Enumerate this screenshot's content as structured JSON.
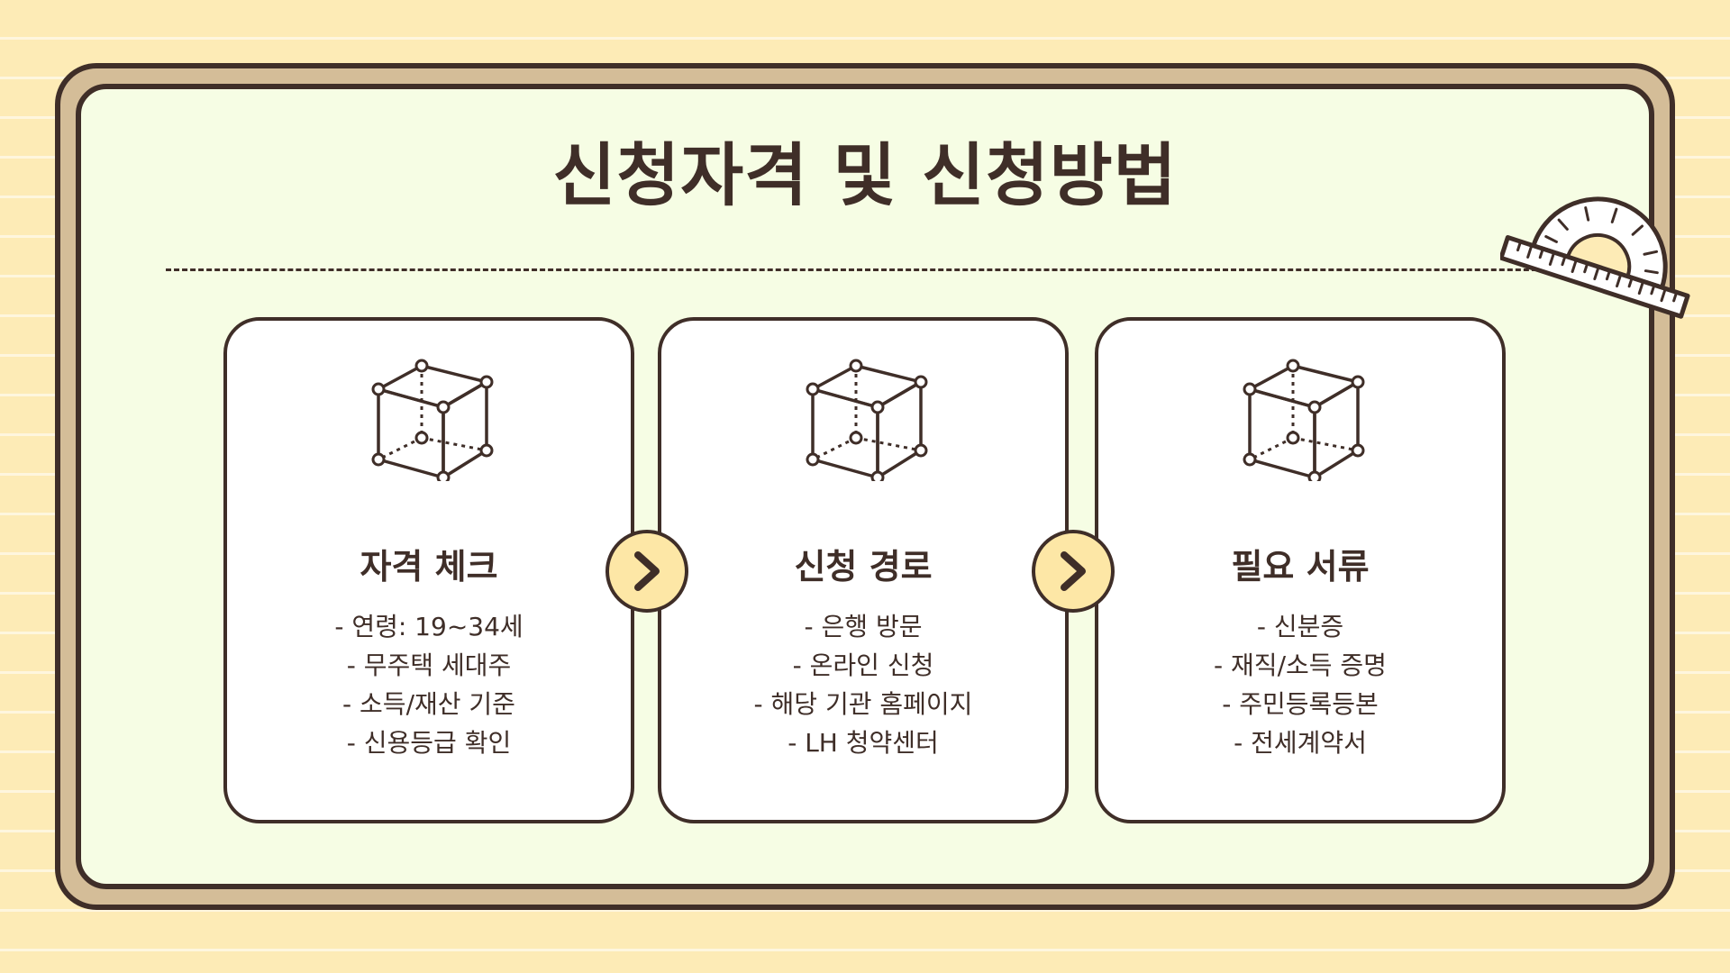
{
  "slide": {
    "title": "신청자격 및 신청방법"
  },
  "colors": {
    "background": "#fdebb6",
    "frame": "#d4bd98",
    "panel": "#f6fde4",
    "ink": "#3f2e28",
    "card": "#ffffff",
    "arrow_fill": "#fde7a6"
  },
  "decorations": {
    "protractor_icon": "protractor-icon",
    "card_icon": "cube-icon",
    "arrow_icon": "chevron-right-icon"
  },
  "cards": [
    {
      "title": "자격 체크",
      "items": [
        "- 연령: 19~34세",
        "- 무주택 세대주",
        "- 소득/재산 기준",
        "- 신용등급 확인"
      ]
    },
    {
      "title": "신청 경로",
      "items": [
        "- 은행 방문",
        "- 온라인 신청",
        "- 해당 기관 홈페이지",
        "- LH 청약센터"
      ]
    },
    {
      "title": "필요 서류",
      "items": [
        "- 신분증",
        "- 재직/소득 증명",
        "- 주민등록등본",
        "- 전세계약서"
      ]
    }
  ]
}
